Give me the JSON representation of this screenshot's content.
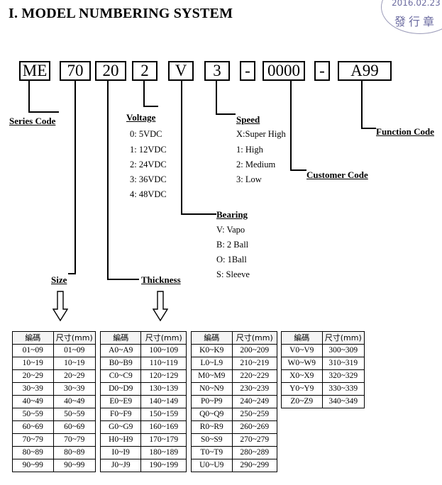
{
  "title": "I.   MODEL NUMBERING SYSTEM",
  "stamp": {
    "date": "2016.02.23",
    "chars": "發行章"
  },
  "code_boxes": [
    "ME",
    "70",
    "20",
    "2",
    "V",
    "3",
    "-",
    "0000",
    "-",
    "A99"
  ],
  "labels": {
    "series": "Series Code",
    "voltage": "Voltage",
    "speed": "Speed",
    "function": "Function Code",
    "customer": "Customer Code",
    "bearing": "Bearing",
    "size": "Size",
    "thickness": "Thickness"
  },
  "voltage_options": [
    "0: 5VDC",
    "1: 12VDC",
    "2: 24VDC",
    "3: 36VDC",
    "4: 48VDC"
  ],
  "speed_options": [
    "X:Super High",
    "1: High",
    "2: Medium",
    "3: Low"
  ],
  "bearing_options": [
    "V: Vapo",
    "B: 2 Ball",
    "O: 1Ball",
    "S: Sleeve"
  ],
  "table": {
    "headers": [
      "編碼",
      "尺寸(mm)",
      "編碼",
      "尺寸(mm)",
      "編碼",
      "尺寸(mm)",
      "編碼",
      "尺寸(mm)"
    ],
    "col1": [
      [
        "01~09",
        "01~09"
      ],
      [
        "10~19",
        "10~19"
      ],
      [
        "20~29",
        "20~29"
      ],
      [
        "30~39",
        "30~39"
      ],
      [
        "40~49",
        "40~49"
      ],
      [
        "50~59",
        "50~59"
      ],
      [
        "60~69",
        "60~69"
      ],
      [
        "70~79",
        "70~79"
      ],
      [
        "80~89",
        "80~89"
      ],
      [
        "90~99",
        "90~99"
      ]
    ],
    "col2": [
      [
        "A0~A9",
        "100~109"
      ],
      [
        "B0~B9",
        "110~119"
      ],
      [
        "C0~C9",
        "120~129"
      ],
      [
        "D0~D9",
        "130~139"
      ],
      [
        "E0~E9",
        "140~149"
      ],
      [
        "F0~F9",
        "150~159"
      ],
      [
        "G0~G9",
        "160~169"
      ],
      [
        "H0~H9",
        "170~179"
      ],
      [
        "I0~I9",
        "180~189"
      ],
      [
        "J0~J9",
        "190~199"
      ]
    ],
    "col3": [
      [
        "K0~K9",
        "200~209"
      ],
      [
        "L0~L9",
        "210~219"
      ],
      [
        "M0~M9",
        "220~229"
      ],
      [
        "N0~N9",
        "230~239"
      ],
      [
        "P0~P9",
        "240~249"
      ],
      [
        "Q0~Q9",
        "250~259"
      ],
      [
        "R0~R9",
        "260~269"
      ],
      [
        "S0~S9",
        "270~279"
      ],
      [
        "T0~T9",
        "280~289"
      ],
      [
        "U0~U9",
        "290~299"
      ]
    ],
    "col4": [
      [
        "V0~V9",
        "300~309"
      ],
      [
        "W0~W9",
        "310~319"
      ],
      [
        "X0~X9",
        "320~329"
      ],
      [
        "Y0~Y9",
        "330~339"
      ],
      [
        "Z0~Z9",
        "340~349"
      ]
    ]
  }
}
